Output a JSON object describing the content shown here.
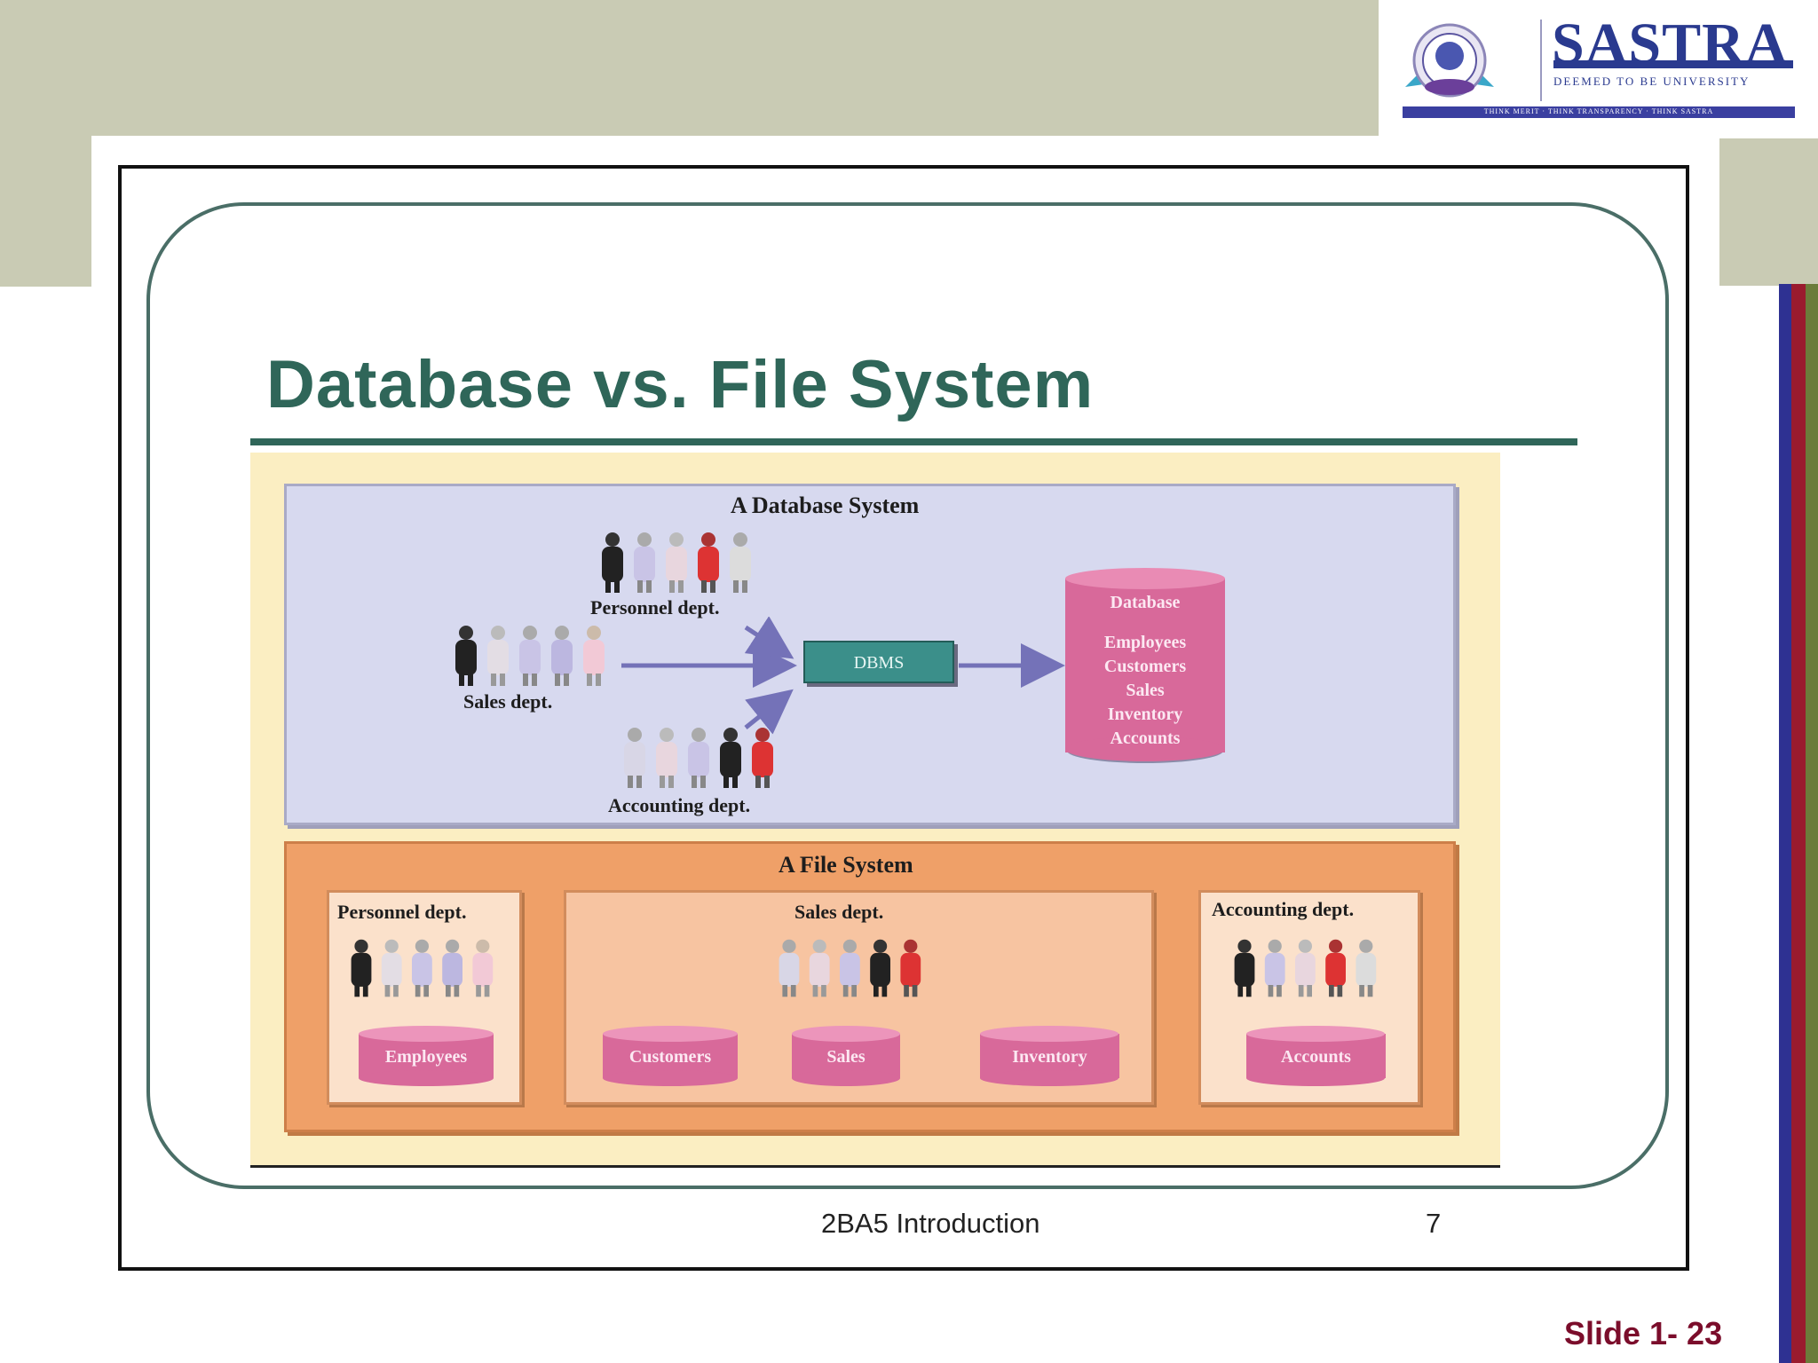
{
  "header": {
    "logo": {
      "name": "SASTRA",
      "tagline": "DEEMED TO BE UNIVERSITY",
      "motto": "THINK MERIT · THINK TRANSPARENCY · THINK SASTRA"
    }
  },
  "slide": {
    "title": "Database vs. File System",
    "footer_text": "2BA5 Introduction",
    "page_number": "7",
    "slide_label": "Slide 1- 23"
  },
  "database_system": {
    "heading": "A Database System",
    "groups": [
      {
        "label": "Personnel dept."
      },
      {
        "label": "Sales dept."
      },
      {
        "label": "Accounting dept."
      }
    ],
    "dbms_label": "DBMS",
    "database": {
      "title": "Database",
      "items": [
        "Employees",
        "Customers",
        "Sales",
        "Inventory",
        "Accounts"
      ]
    }
  },
  "file_system": {
    "heading": "A File System",
    "departments": [
      {
        "label": "Personnel dept.",
        "files": [
          "Employees"
        ]
      },
      {
        "label": "Sales dept.",
        "files": [
          "Customers",
          "Sales",
          "Inventory"
        ]
      },
      {
        "label": "Accounting dept.",
        "files": [
          "Accounts"
        ]
      }
    ]
  },
  "colors": {
    "title": "#2f6659",
    "band": "#c9cbb4",
    "database_panel": "#d7d9ef",
    "file_panel": "#efa068",
    "cylinder": "#d8699a",
    "dbms": "#3b8f8a",
    "slide_label": "#7b0d2b",
    "side_bars": [
      "#2e3192",
      "#9a1b2e",
      "#6b7c3a"
    ]
  }
}
